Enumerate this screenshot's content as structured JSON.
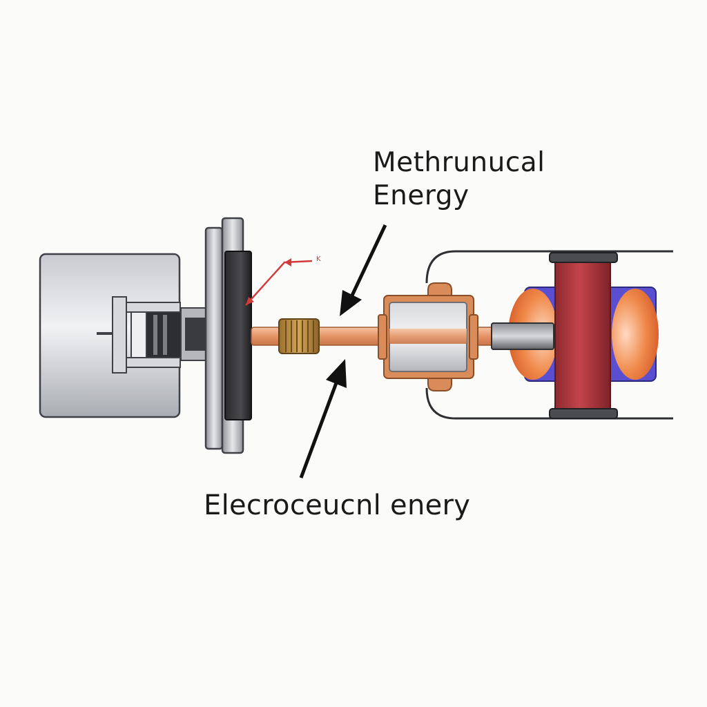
{
  "labels": {
    "mechanical_line1": "Methrunucal",
    "mechanical_line2": "Energy",
    "electrical": "Elecroceucnl enery",
    "small_marker": "K"
  },
  "colors": {
    "background": "#fbfbfa",
    "shaft": "#e59a70",
    "coil": "#b98a3c",
    "rotor_red": "#a8343b",
    "stator_blue": "#5a4fd0",
    "glow_orange": "#f08a4b",
    "housing_gray": "#b9bcc2",
    "marker_red": "#d23a3a"
  }
}
